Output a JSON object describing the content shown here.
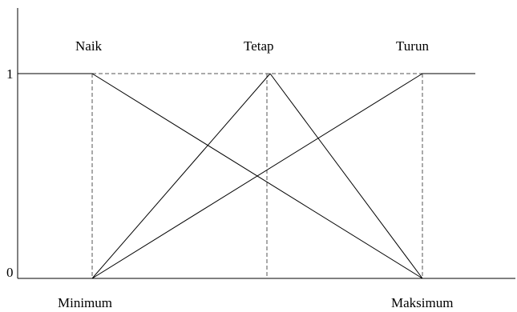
{
  "diagram": {
    "y_labels": {
      "one": "1",
      "zero": "0"
    },
    "sets": {
      "naik": "Naik",
      "tetap": "Tetap",
      "turun": "Turun"
    },
    "x_labels": {
      "minimum": "Minimum",
      "maksimum": "Maksimum"
    },
    "line_color": "#000000",
    "dash_color": "#555555"
  }
}
